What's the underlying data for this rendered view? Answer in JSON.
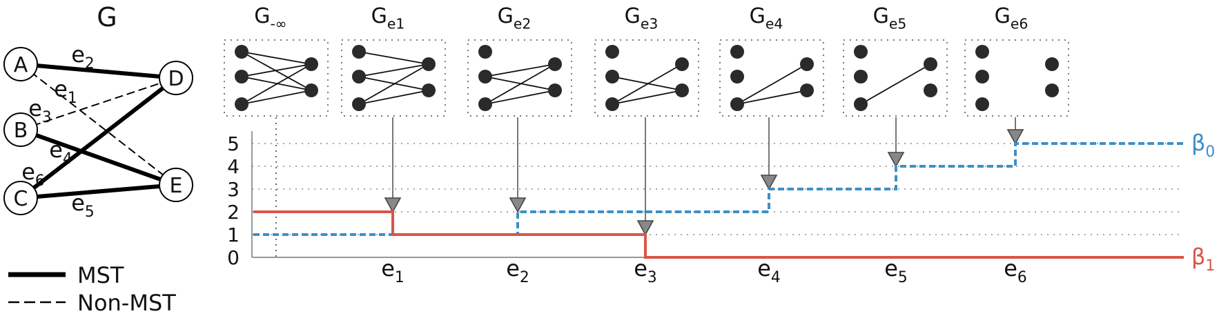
{
  "graph": {
    "title": "G",
    "nodes": [
      "A",
      "B",
      "C",
      "D",
      "E"
    ],
    "edges": [
      {
        "id": "e1",
        "label": "e",
        "sub": "1",
        "from": "A",
        "to": "E",
        "mst": false
      },
      {
        "id": "e2",
        "label": "e",
        "sub": "2",
        "from": "A",
        "to": "D",
        "mst": true
      },
      {
        "id": "e3",
        "label": "e",
        "sub": "3",
        "from": "B",
        "to": "D",
        "mst": false
      },
      {
        "id": "e4",
        "label": "e",
        "sub": "4",
        "from": "B",
        "to": "E",
        "mst": true
      },
      {
        "id": "e5",
        "label": "e",
        "sub": "5",
        "from": "C",
        "to": "E",
        "mst": true
      },
      {
        "id": "e6",
        "label": "e",
        "sub": "6",
        "from": "C",
        "to": "D",
        "mst": true
      }
    ]
  },
  "legend": {
    "mst": "MST",
    "non_mst": "Non-MST"
  },
  "filtration": [
    {
      "label": "G",
      "sub": "-∞",
      "edges": [
        "A-D",
        "A-E",
        "B-D",
        "B-E",
        "C-D",
        "C-E"
      ]
    },
    {
      "label": "G",
      "sub": "e1",
      "edges": [
        "A-D",
        "B-D",
        "B-E",
        "C-D",
        "C-E"
      ]
    },
    {
      "label": "G",
      "sub": "e2",
      "edges": [
        "B-D",
        "B-E",
        "C-D",
        "C-E"
      ]
    },
    {
      "label": "G",
      "sub": "e3",
      "edges": [
        "B-E",
        "C-D",
        "C-E"
      ]
    },
    {
      "label": "G",
      "sub": "e4",
      "edges": [
        "C-D",
        "C-E"
      ]
    },
    {
      "label": "G",
      "sub": "e5",
      "edges": [
        "C-D"
      ]
    },
    {
      "label": "G",
      "sub": "e6",
      "edges": []
    }
  ],
  "chart_data": {
    "type": "line",
    "yticks": [
      "0",
      "1",
      "2",
      "3",
      "4",
      "5"
    ],
    "ylim": [
      0,
      5
    ],
    "xticks": [
      {
        "label": "e",
        "sub": "1"
      },
      {
        "label": "e",
        "sub": "2"
      },
      {
        "label": "e",
        "sub": "3"
      },
      {
        "label": "e",
        "sub": "4"
      },
      {
        "label": "e",
        "sub": "5"
      },
      {
        "label": "e",
        "sub": "6"
      }
    ],
    "series": [
      {
        "name": "β",
        "sub": "0",
        "color": "#3d8fc6",
        "style": "dashed",
        "steps": [
          1,
          1,
          2,
          2,
          3,
          4,
          5
        ]
      },
      {
        "name": "β",
        "sub": "1",
        "color": "#d9554a",
        "style": "solid",
        "steps": [
          2,
          1,
          1,
          0,
          0,
          0,
          0
        ]
      }
    ],
    "markers": [
      {
        "at": "e1",
        "series": "β1"
      },
      {
        "at": "e2",
        "series": "β0"
      },
      {
        "at": "e3",
        "series": "β1"
      },
      {
        "at": "e4",
        "series": "β0"
      },
      {
        "at": "e5",
        "series": "β0"
      },
      {
        "at": "e6",
        "series": "β0"
      }
    ]
  }
}
